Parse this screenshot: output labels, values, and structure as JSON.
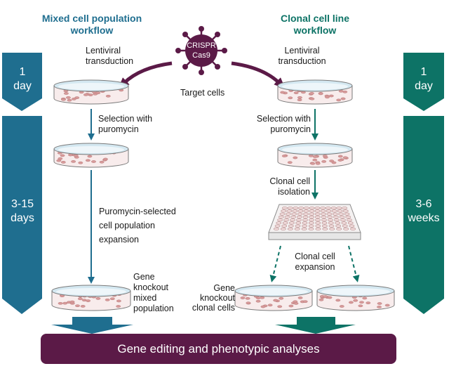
{
  "colors": {
    "blue": "#1f6e8f",
    "teal": "#0d7366",
    "plum": "#5b1a47",
    "dish_fill": "#f8ecec",
    "dish_rim": "#d4e8f1",
    "cells": "#d79a9a"
  },
  "left": {
    "title_line1": "Mixed cell population",
    "title_line2": "workflow",
    "step1_line1": "Lentiviral",
    "step1_line2": "transduction",
    "step2_line1": "Selection with",
    "step2_line2": "puromycin",
    "step3_line1": "Puromycin-selected",
    "step3_line2": "cell population",
    "step3_line3": "expansion",
    "result_line1": "Gene",
    "result_line2": "knockout",
    "result_line3": "mixed",
    "result_line4": "population",
    "dur1_line1": "1",
    "dur1_line2": "day",
    "dur2_line1": "3-15",
    "dur2_line2": "days"
  },
  "center": {
    "virus_line1": "CRISPR",
    "virus_line2": "Cas9",
    "target_label": "Target cells"
  },
  "right": {
    "title_line1": "Clonal cell line",
    "title_line2": "workflow",
    "step1_line1": "Lentiviral",
    "step1_line2": "transduction",
    "step2_line1": "Selection with",
    "step2_line2": "puromycin",
    "step3_line1": "Clonal cell",
    "step3_line2": "isolation",
    "step4_line1": "Clonal cell",
    "step4_line2": "expansion",
    "result_line1": "Gene",
    "result_line2": "knockout",
    "result_line3": "clonal cells",
    "dur1_line1": "1",
    "dur1_line2": "day",
    "dur2_line1": "3-6",
    "dur2_line2": "weeks"
  },
  "banner": {
    "label": "Gene editing and phenotypic analyses"
  }
}
